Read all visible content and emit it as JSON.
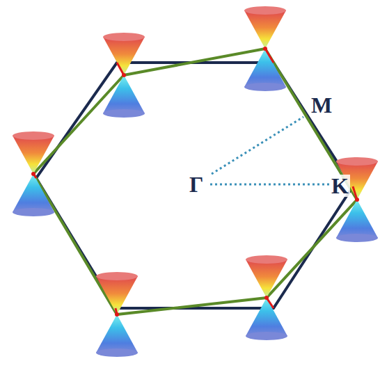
{
  "diagram": {
    "labels": [
      "M",
      "Γ",
      "K"
    ]
  }
}
